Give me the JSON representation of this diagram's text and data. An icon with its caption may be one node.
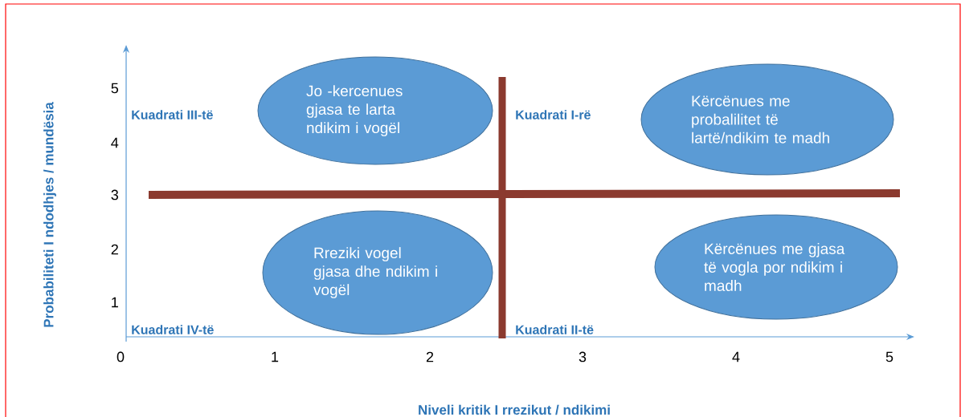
{
  "diagram": {
    "nodes": [
      {
        "text": [
          "Jo -kercenues gjasa te larta ndikim i vogël"
        ]
      },
      {
        "text": [
          "Kërcënues me probalilitet të lartë/ndikim te madh"
        ]
      },
      {
        "text": [
          "Rreziki vogel gjasa dhe ndikim i vogël"
        ]
      },
      {
        "text": [
          "Kërcënues me gjasa të vogla por ndikim i madh"
        ]
      }
    ],
    "labels": [
      "5",
      "Kuadrati III-të",
      "Kuadrati I-rë",
      "4",
      "3",
      "2",
      "1",
      "Kuadrati IV-të",
      "Kuadrati II-të",
      "0",
      "1",
      "2",
      "3",
      "4",
      "5",
      "Probabiliteti I ndodhjes / mundësia",
      "Niveli kritik I rrezikut / ndikimi"
    ]
  }
}
